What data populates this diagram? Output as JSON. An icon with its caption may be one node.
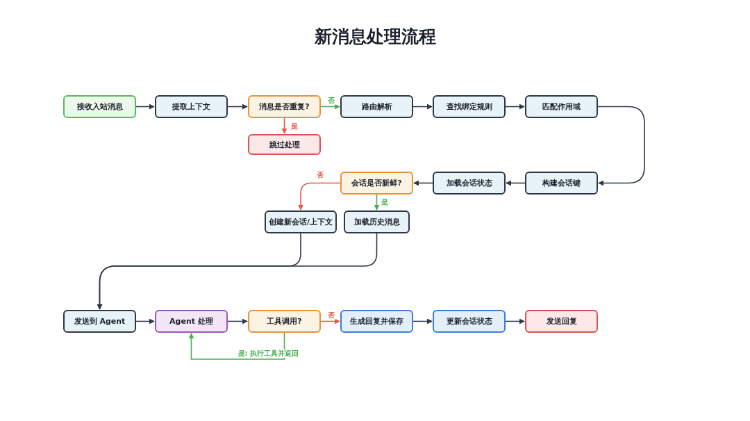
{
  "diagram": {
    "title": "新消息处理流程",
    "nodes": [
      {
        "text": [
          "接收入站消息"
        ]
      },
      {
        "text": [
          "提取上下文"
        ]
      },
      {
        "text": [
          "消息是否重复?"
        ]
      },
      {
        "text": [
          "跳过处理"
        ]
      },
      {
        "text": [
          "路由解析"
        ]
      },
      {
        "text": [
          "查找绑定规则"
        ]
      },
      {
        "text": [
          "匹配作用域"
        ]
      },
      {
        "text": [
          "构建会话键"
        ]
      },
      {
        "text": [
          "加载会话状态"
        ]
      },
      {
        "text": [
          "会话是否新鲜?"
        ]
      },
      {
        "text": [
          "创建新会话/上下文"
        ]
      },
      {
        "text": [
          "加载历史消息"
        ]
      },
      {
        "text": [
          "发送到 Agent"
        ]
      },
      {
        "text": [
          "Agent 处理"
        ]
      },
      {
        "text": [
          "工具调用?"
        ]
      },
      {
        "text": [
          "生成回复并保存"
        ]
      },
      {
        "text": [
          "更新会话状态"
        ]
      },
      {
        "text": [
          "发送回复"
        ]
      }
    ],
    "edges": [
      {
        "from": 0,
        "to": 1,
        "arrow": "to"
      },
      {
        "from": 1,
        "to": 2,
        "arrow": "to"
      },
      {
        "from": 2,
        "to": 4,
        "arrow": "to",
        "label": "否",
        "color": "#4caf50"
      },
      {
        "from": 2,
        "to": 3,
        "arrow": "to",
        "label": "是",
        "color": "#e05a47"
      },
      {
        "from": 4,
        "to": 5,
        "arrow": "to"
      },
      {
        "from": 5,
        "to": 6,
        "arrow": "to"
      },
      {
        "from": 6,
        "to": 7,
        "arrow": "to"
      },
      {
        "from": 7,
        "to": 8,
        "arrow": "to"
      },
      {
        "from": 8,
        "to": 9,
        "arrow": "to"
      },
      {
        "from": 9,
        "to": 10,
        "arrow": "to",
        "label": "否",
        "color": "#e05a47"
      },
      {
        "from": 9,
        "to": 11,
        "arrow": "to",
        "label": "是",
        "color": "#4caf50"
      },
      {
        "from": 10,
        "to": 12,
        "arrow": "to"
      },
      {
        "from": 11,
        "to": 12,
        "arrow": "to"
      },
      {
        "from": 12,
        "to": 13,
        "arrow": "to"
      },
      {
        "from": 13,
        "to": 14,
        "arrow": "to"
      },
      {
        "from": 14,
        "to": 15,
        "arrow": "to",
        "label": "否",
        "color": "#e05a47"
      },
      {
        "from": 14,
        "to": 13,
        "arrow": "to",
        "label": "是: 执行工具并返回",
        "color": "#4caf50"
      },
      {
        "from": 15,
        "to": 16,
        "arrow": "to"
      },
      {
        "from": 16,
        "to": 17,
        "arrow": "to"
      }
    ]
  }
}
